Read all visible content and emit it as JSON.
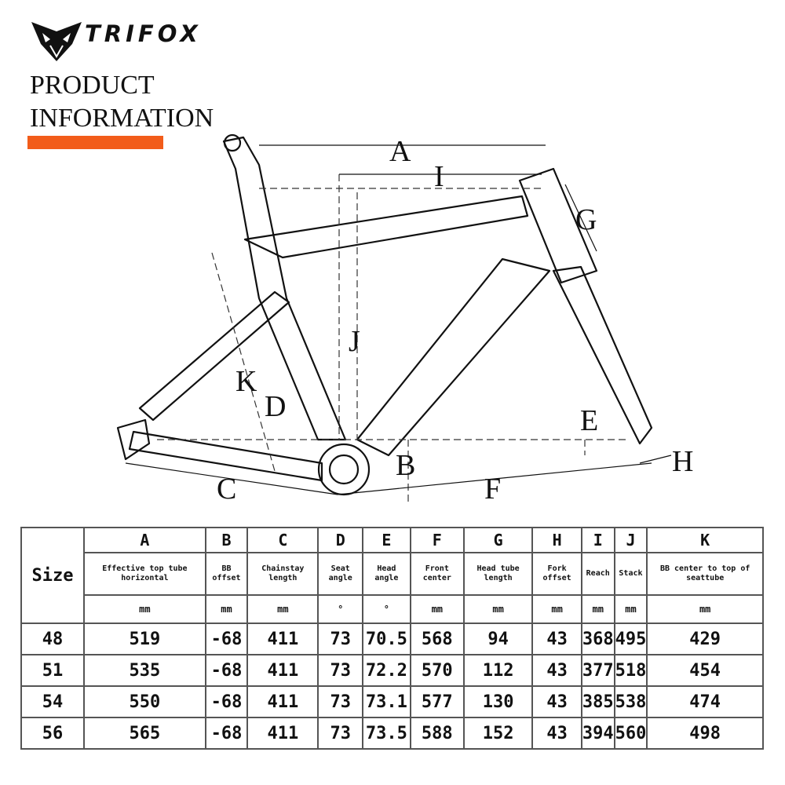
{
  "brand": {
    "name": "TRIFOX",
    "logo_icon": "fox-head-icon"
  },
  "heading": {
    "line1": "PRODUCT",
    "line2": "INFORMATION",
    "accent_color": "#f25c1a"
  },
  "diagram_labels": {
    "A": "A",
    "I": "I",
    "G": "G",
    "J": "J",
    "K": "K",
    "D": "D",
    "E": "E",
    "B": "B",
    "C": "C",
    "F": "F",
    "H": "H"
  },
  "table": {
    "size_label": "Size",
    "columns": [
      {
        "letter": "A",
        "desc": "Effective top tube horizontal",
        "unit": "mm"
      },
      {
        "letter": "B",
        "desc": "BB offset",
        "unit": "mm"
      },
      {
        "letter": "C",
        "desc": "Chainstay length",
        "unit": "mm"
      },
      {
        "letter": "D",
        "desc": "Seat angle",
        "unit": "°"
      },
      {
        "letter": "E",
        "desc": "Head angle",
        "unit": "°"
      },
      {
        "letter": "F",
        "desc": "Front center",
        "unit": "mm"
      },
      {
        "letter": "G",
        "desc": "Head tube length",
        "unit": "mm"
      },
      {
        "letter": "H",
        "desc": "Fork offset",
        "unit": "mm"
      },
      {
        "letter": "I",
        "desc": "Reach",
        "unit": "mm"
      },
      {
        "letter": "J",
        "desc": "Stack",
        "unit": "mm"
      },
      {
        "letter": "K",
        "desc": "BB center to top of seattube",
        "unit": "mm"
      }
    ],
    "rows": [
      {
        "size": "48",
        "values": [
          "519",
          "-68",
          "411",
          "73",
          "70.5",
          "568",
          "94",
          "43",
          "368",
          "495",
          "429"
        ]
      },
      {
        "size": "51",
        "values": [
          "535",
          "-68",
          "411",
          "73",
          "72.2",
          "570",
          "112",
          "43",
          "377",
          "518",
          "454"
        ]
      },
      {
        "size": "54",
        "values": [
          "550",
          "-68",
          "411",
          "73",
          "73.1",
          "577",
          "130",
          "43",
          "385",
          "538",
          "474"
        ]
      },
      {
        "size": "56",
        "values": [
          "565",
          "-68",
          "411",
          "73",
          "73.5",
          "588",
          "152",
          "43",
          "394",
          "560",
          "498"
        ]
      }
    ]
  }
}
